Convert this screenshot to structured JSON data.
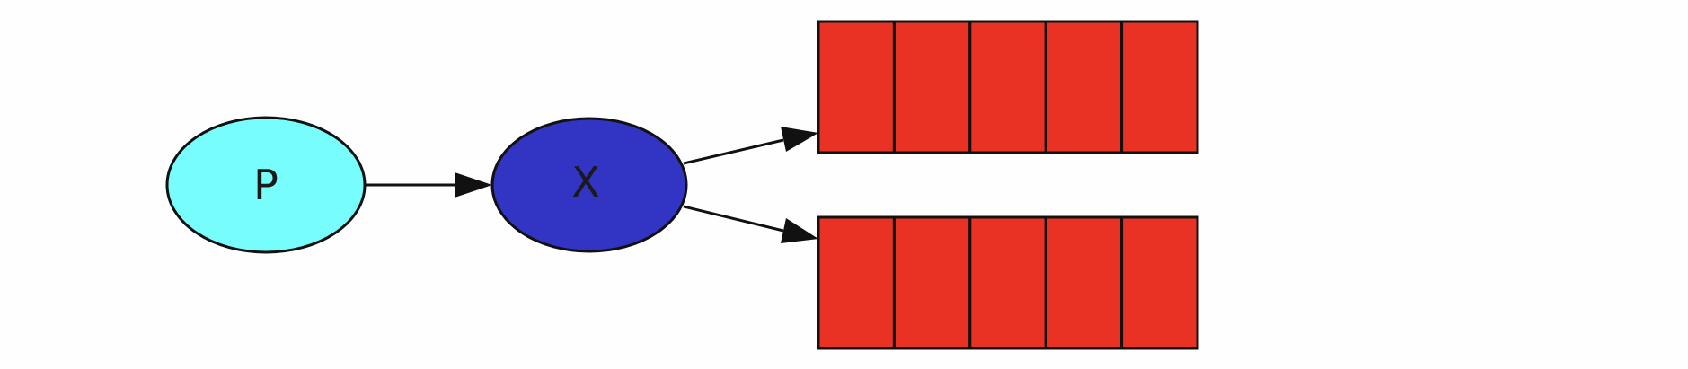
{
  "nodes": {
    "producer": {
      "label": "P",
      "fill": "#78fdfd"
    },
    "exchange": {
      "label": "X",
      "fill": "#3234c4"
    }
  },
  "queues": [
    {
      "slots": 5,
      "fill": "#e93223"
    },
    {
      "slots": 5,
      "fill": "#e93223"
    }
  ],
  "colors": {
    "stroke": "#111111",
    "background": "#fefefe"
  }
}
